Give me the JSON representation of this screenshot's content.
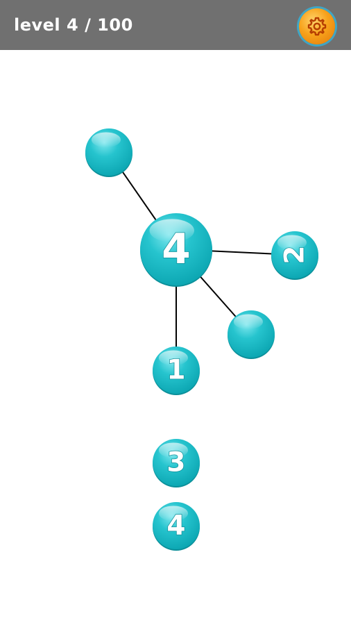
{
  "header": {
    "level_label": "level 4 / 100",
    "settings_icon": "gear-icon",
    "settings_color": "#f7a21b"
  },
  "colors": {
    "header_bg": "#707070",
    "node_color": "#1cbfc9",
    "line_color": "#000000"
  },
  "board": {
    "nodes": [
      {
        "id": "a",
        "label": "",
        "role": "empty"
      },
      {
        "id": "center",
        "label": "4",
        "role": "hub"
      },
      {
        "id": "b",
        "label": "2",
        "role": "numbered"
      },
      {
        "id": "c",
        "label": "",
        "role": "empty"
      },
      {
        "id": "d",
        "label": "1",
        "role": "numbered"
      },
      {
        "id": "e",
        "label": "3",
        "role": "numbered"
      },
      {
        "id": "f",
        "label": "4",
        "role": "numbered"
      }
    ],
    "edges": [
      [
        "a",
        "center"
      ],
      [
        "center",
        "b"
      ],
      [
        "center",
        "c"
      ],
      [
        "center",
        "d"
      ]
    ]
  }
}
